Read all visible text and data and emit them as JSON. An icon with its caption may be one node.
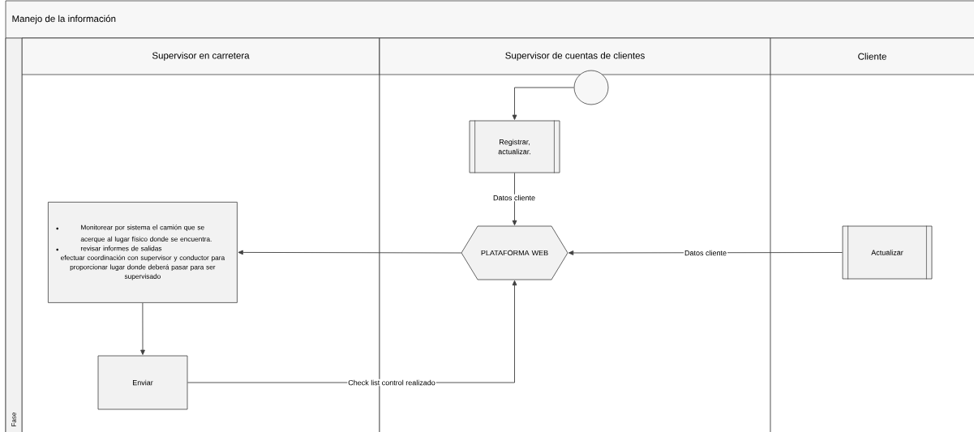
{
  "diagram": {
    "nodes": [
      {
        "text": [
          "Manejo de la información"
        ]
      },
      {
        "text": [
          "Supervisor en carretera"
        ],
        "in": 0
      },
      {
        "text": [
          "Supervisor de cuentas de clientes"
        ],
        "in": 0
      },
      {
        "text": [
          "Cliente"
        ],
        "in": 0
      },
      {
        "text": [
          "Fase"
        ],
        "in": 0
      },
      {
        "text": [],
        "shape": "circle",
        "in": 2
      },
      {
        "text": [
          "Registrar, actualizar."
        ],
        "in": 2
      },
      {
        "text": [
          "Monitorear por sistema el camión que se acerque al lugar físico donde se encuentra.",
          "revisar informes de salidas",
          "efectuar  coordinación con supervisor y conductor para proporcionar lugar donde deberá pasar para ser supervisado"
        ],
        "in": 1
      },
      {
        "text": [
          "PLATAFORMA WEB"
        ],
        "in": 2
      },
      {
        "text": [
          "Actualizar"
        ],
        "in": 3
      },
      {
        "text": [
          "Enviar"
        ],
        "in": 1
      }
    ],
    "edges": [
      {
        "from": 5,
        "to": 6,
        "arrow": "to"
      },
      {
        "from": 6,
        "to": 8,
        "arrow": "to",
        "label": "Datos cliente"
      },
      {
        "from": 8,
        "to": 7,
        "arrow": "to"
      },
      {
        "from": 9,
        "to": 8,
        "arrow": "to",
        "label": "Datos cliente"
      },
      {
        "from": 7,
        "to": 10,
        "arrow": "to"
      },
      {
        "from": 10,
        "to": 8,
        "arrow": "to",
        "label": "Check list control realizado"
      }
    ]
  }
}
